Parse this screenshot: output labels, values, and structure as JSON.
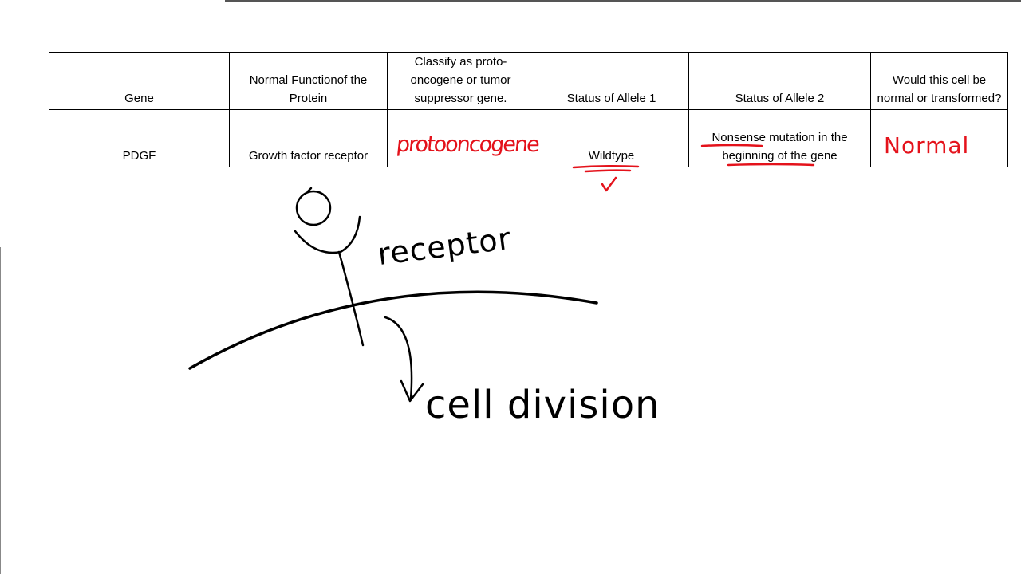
{
  "table": {
    "headers": [
      "Gene",
      "Normal Functionof the Protein",
      "Classify as proto-oncogene or tumor suppressor gene.",
      "Status of Allele 1",
      "Status of Allele 2",
      "Would this cell be normal or transformed?"
    ],
    "rows": [
      {
        "gene": "PDGF",
        "function": "Growth factor receptor",
        "classification": "",
        "allele1": "Wildtype",
        "allele2": "Nonsense mutation in the beginning of the gene",
        "outcome": ""
      }
    ]
  },
  "annotations": {
    "classification_handwritten": "protooncogene",
    "outcome_handwritten": "Normal",
    "receptor_label": "receptor",
    "cell_division_label": "cell division"
  },
  "colors": {
    "ink_red": "#e4121b",
    "ink_black": "#000000"
  }
}
